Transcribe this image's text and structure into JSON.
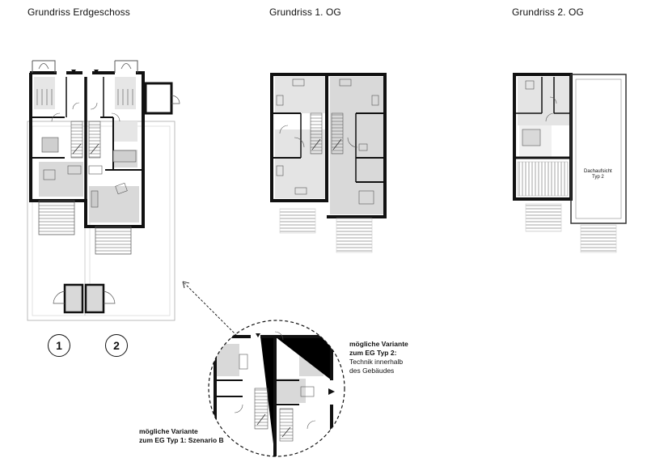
{
  "titles": {
    "eg": "Grundriss Erdgeschoss",
    "og1": "Grundriss 1. OG",
    "og2": "Grundriss 2. OG"
  },
  "unit_numbers": [
    "1",
    "2"
  ],
  "variant_typ2": {
    "line1": "mögliche Variante",
    "line2": "zum EG Typ 2:",
    "line3": "Technik innerhalb",
    "line4": "des Gebäudes"
  },
  "variant_typ1": {
    "line1": "mögliche Variante",
    "line2": "zum EG Typ 1: Szenario B"
  },
  "roof": {
    "line1": "Dachaufsicht",
    "line2": "Typ 2"
  },
  "colors": {
    "wall": "#111111",
    "room_fill": "#d9d9d9",
    "line": "#555555"
  }
}
